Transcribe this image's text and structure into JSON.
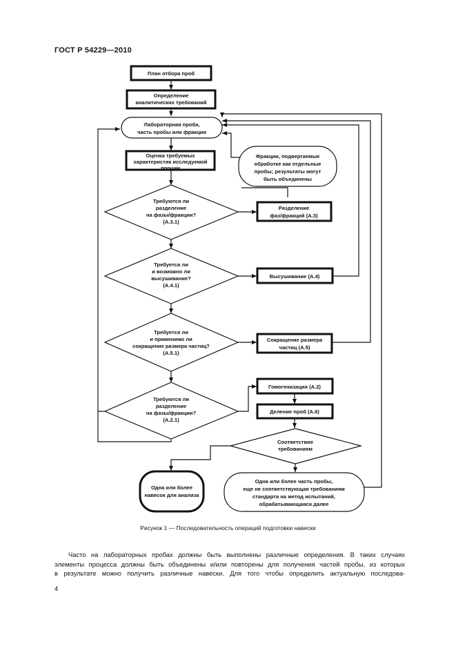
{
  "header": {
    "standard": "ГОСТ Р 54229—2010"
  },
  "flowchart": {
    "plan": "План отбора проб",
    "analytical_requirements": [
      "Определение",
      "аналитических требований"
    ],
    "lab_sample": [
      "Лабораторная проба,",
      "часть пробы или фракция"
    ],
    "assessment": [
      "Оценка требуемых",
      "характеристик исследуемой",
      "порции"
    ],
    "fractions_note": [
      "Фракции, подвергаемые",
      "обработке как отдельные",
      "пробы; результаты могут",
      "быть объединены"
    ],
    "q_separation": [
      "Требуются ли",
      "разделение",
      "на фазы/фракции?",
      "(А.3.1)"
    ],
    "separation": [
      "Разделение",
      "фаз/фракций (А.3)"
    ],
    "q_drying": [
      "Требуется ли",
      "и возможно ли",
      "высушивание?",
      "(А.4.1)"
    ],
    "drying": "Высушивание (А.4)",
    "q_size_reduction": [
      "Требуется ли",
      "и применимо ли",
      "сокращение размера частиц?",
      "(А.5.1)"
    ],
    "size_reduction": [
      "Сокращение размера",
      "частиц (А.5)"
    ],
    "q_fractions": [
      "Требуются ли",
      "разделение",
      "на фазы/фракции?",
      "(А.2.1)"
    ],
    "homogenization": "Гомогенизация (А.2)",
    "division": "Деление проб (А.6)",
    "q_compliance": [
      "Соответствие",
      "требованиям"
    ],
    "result_samples": [
      "Одна или более",
      "навесок для анализа"
    ],
    "result_portions": [
      "Одна или более часть пробы,",
      "еще не соответствующая требованиям",
      "стандарта на метод испытаний,",
      "обрабатывающаяся далее"
    ]
  },
  "caption": "Рисунок 1 — Последовательность операций подготовки навески",
  "body_lines": [
    "Часто на лабораторных пробах должны быть выполнены различные определения. В таких случаях",
    "элементы процесса должны быть объединены и/или повторены для получения частей пробы, из которых",
    "в результате можно получить различные навески. Для того чтобы определить актуальную последова-"
  ],
  "page_number": "4"
}
